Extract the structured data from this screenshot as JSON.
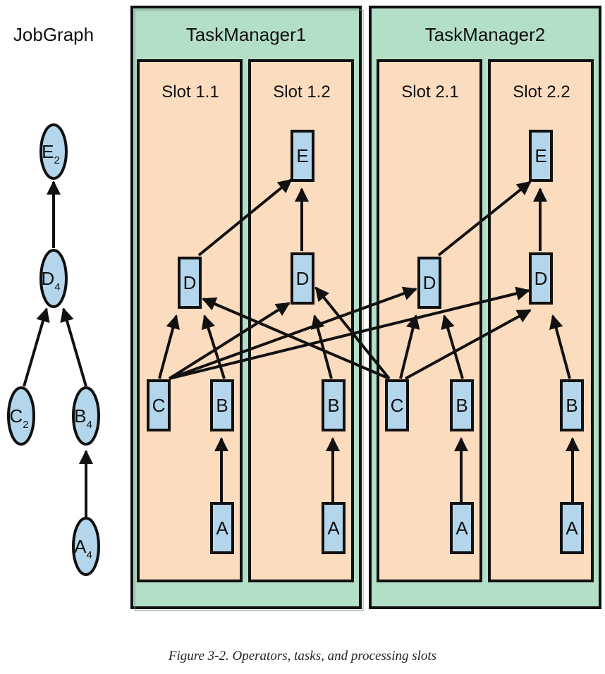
{
  "jobgraph": {
    "title": "JobGraph",
    "nodes": [
      {
        "id": "E",
        "sub": "2"
      },
      {
        "id": "D",
        "sub": "4"
      },
      {
        "id": "C",
        "sub": "2"
      },
      {
        "id": "B",
        "sub": "4"
      },
      {
        "id": "A",
        "sub": "4"
      }
    ]
  },
  "taskmanagers": [
    {
      "title": "TaskManager1",
      "slots": [
        "Slot 1.1",
        "Slot 1.2"
      ]
    },
    {
      "title": "TaskManager2",
      "slots": [
        "Slot 2.1",
        "Slot 2.2"
      ]
    }
  ],
  "tasks": {
    "E": "E",
    "D": "D",
    "C": "C",
    "B": "B",
    "A": "A"
  },
  "caption": "Figure 3-2. Operators, tasks, and processing slots",
  "colors": {
    "taskmanager_fill": "#b3dfc8",
    "slot_fill": "#fcdcbf",
    "node_fill": "#b4d6ec",
    "outline": "#111111"
  }
}
